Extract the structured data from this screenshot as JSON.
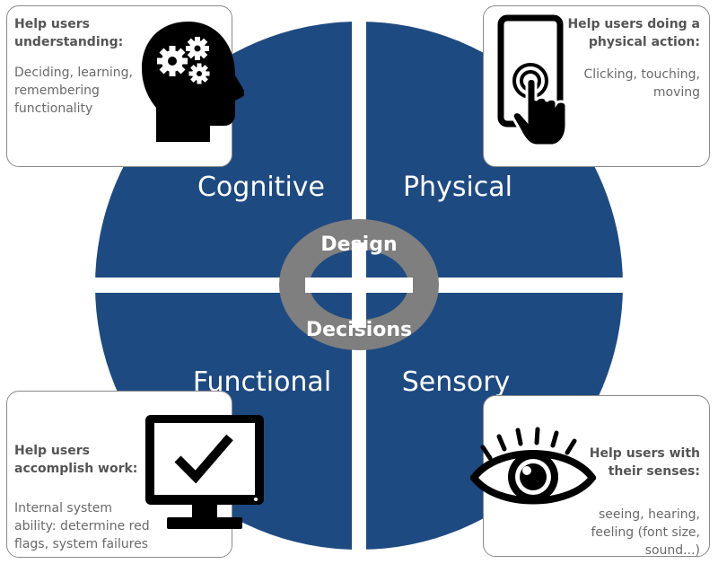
{
  "colors": {
    "circle": "#1e4a82",
    "ring": "#7f7f7f",
    "divider": "#ffffff",
    "box_border": "#8a8a8a",
    "icon": "#000000"
  },
  "quadrants": {
    "cognitive": "Cognitive",
    "physical": "Physical",
    "functional": "Functional",
    "sensory": "Sensory"
  },
  "center": {
    "top": "Design",
    "bottom": "Decisions"
  },
  "boxes": {
    "cognitive": {
      "title": [
        "Help users",
        "understanding:"
      ],
      "body": [
        "Deciding, learning,",
        "remembering",
        "functionality"
      ]
    },
    "physical": {
      "title": [
        "Help users doing a",
        "physical action:"
      ],
      "body": [
        "Clicking, touching,",
        "moving"
      ]
    },
    "functional": {
      "title": [
        "Help users",
        "accomplish work:"
      ],
      "body": [
        "Internal system",
        "ability: determine red",
        "flags, system failures"
      ]
    },
    "sensory": {
      "title": [
        "Help users with",
        "their senses:"
      ],
      "body": [
        "seeing, hearing,",
        "feeling (font size,",
        "sound...)"
      ]
    }
  },
  "icons": {
    "cognitive": "head-with-gears-icon",
    "physical": "phone-tap-icon",
    "functional": "monitor-checkmark-icon",
    "sensory": "eye-icon"
  }
}
